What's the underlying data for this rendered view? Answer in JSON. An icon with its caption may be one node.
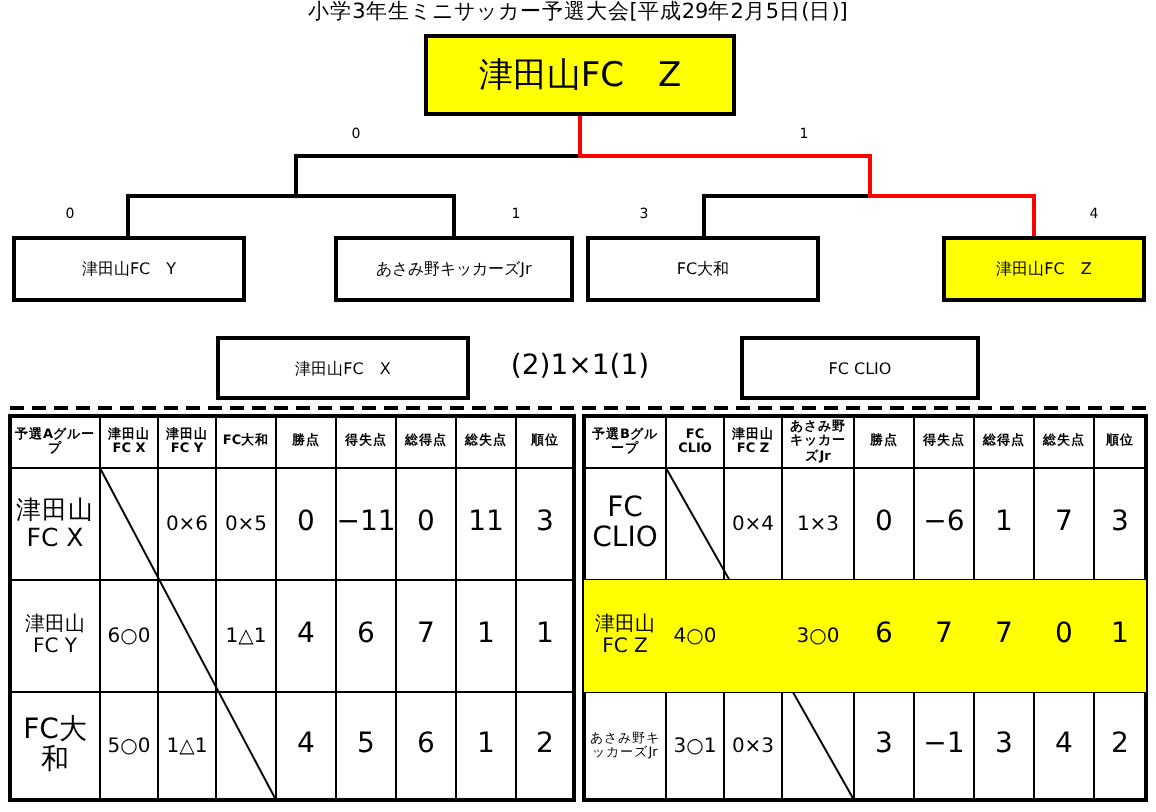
{
  "diagram": {
    "title": "小学3年生ミニサッカー予選大会[平成29年2月5日(日)]",
    "nodes": [
      {
        "text": [
          "津田山FC　Z"
        ]
      },
      {
        "text": [
          "津田山FC　Y"
        ]
      },
      {
        "text": [
          "あさみ野キッカーズJr"
        ]
      },
      {
        "text": [
          "FC大和"
        ]
      },
      {
        "text": [
          "津田山FC　Z"
        ]
      },
      {
        "text": [
          "津田山FC　X"
        ]
      },
      {
        "text": [
          "FC CLIO"
        ]
      }
    ],
    "edges": [
      {
        "from": 1,
        "to": 0,
        "arrow": "none",
        "label": "0"
      },
      {
        "from": 2,
        "to": 0,
        "arrow": "none",
        "label": "1"
      },
      {
        "from": 3,
        "to": 0,
        "arrow": "none",
        "label": "3"
      },
      {
        "from": 4,
        "to": 0,
        "arrow": "none",
        "label": "4",
        "color": "#ff0000"
      }
    ],
    "labels": [
      "0",
      "1",
      "(2)1×1(1)",
      "予選Aグループ",
      "津田山FC X",
      "津田山FC Y",
      "FC大和",
      "勝点",
      "得失点",
      "総得点",
      "総失点",
      "順位",
      "津田山FC X",
      "0×6",
      "0×5",
      "0",
      "−11",
      "0",
      "11",
      "3",
      "津田山FC Y",
      "6○0",
      "1△1",
      "4",
      "6",
      "7",
      "1",
      "1",
      "FC大和",
      "5○0",
      "1△1",
      "4",
      "5",
      "6",
      "1",
      "2",
      "予選Bグループ",
      "FC CLIO",
      "津田山FC Z",
      "あさみ野キッカーズJr",
      "勝点",
      "得失点",
      "総得点",
      "総失点",
      "順位",
      "FC CLIO",
      "0×4",
      "1×3",
      "0",
      "−6",
      "1",
      "7",
      "3",
      "津田山FC Z",
      "4○0",
      "3○0",
      "6",
      "7",
      "7",
      "0",
      "1",
      "あさみ野キッカーズJr",
      "3○1",
      "0×3",
      "3",
      "−1",
      "3",
      "4",
      "2"
    ]
  }
}
